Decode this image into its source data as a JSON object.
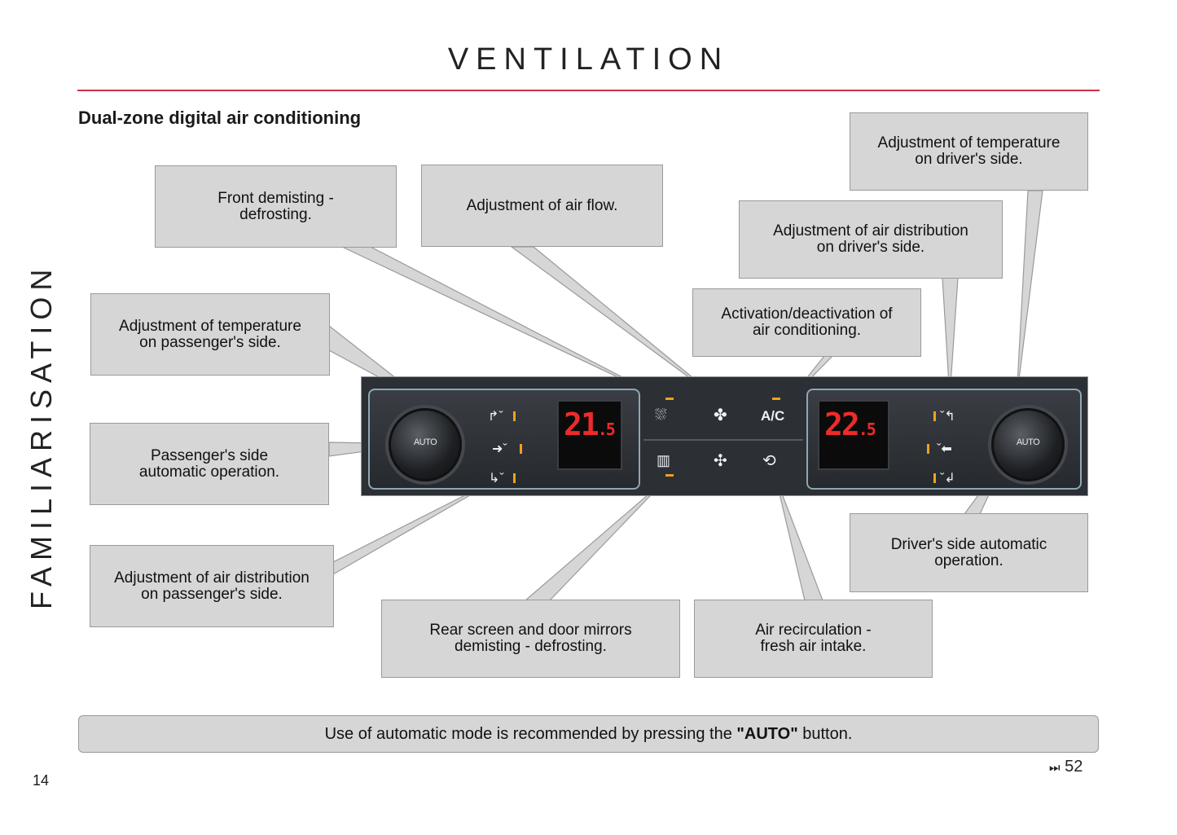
{
  "header": {
    "title": "VENTILATION",
    "subtitle": "Dual-zone digital air conditioning",
    "side_label": "FAMILIARISATION"
  },
  "callouts": {
    "front_demisting": "Front demisting -\ndefrosting.",
    "air_flow": "Adjustment of air flow.",
    "temp_driver": "Adjustment of temperature\non driver's side.",
    "distribution_driver": "Adjustment of air distribution\non driver's side.",
    "air_conditioning": "Activation/deactivation of\nair conditioning.",
    "temp_passenger": "Adjustment of temperature\non passenger's side.",
    "auto_passenger": "Passenger's side\nautomatic operation.",
    "distribution_passenger": "Adjustment of air distribution\non passenger's side.",
    "rear_screen": "Rear screen and door mirrors\ndemisting - defrosting.",
    "recirculation": "Air recirculation -\nfresh air intake.",
    "auto_driver": "Driver's side automatic\noperation."
  },
  "panel": {
    "auto_label": "AUTO",
    "passenger_temp": "21",
    "passenger_temp_decimal": ".5",
    "driver_temp": "22",
    "driver_temp_decimal": ".5",
    "ac_label": "A/C",
    "accent_color": "#f0a020",
    "display_color": "#ee2a2a"
  },
  "note": {
    "prefix": "Use of automatic mode is recommended by pressing the ",
    "emphasis": "\"AUTO\"",
    "suffix": " button."
  },
  "footer": {
    "page_number": "14",
    "next_page_icon": "fast-forward-icon",
    "next_page_glyph": "⏭",
    "next_page": "52"
  }
}
